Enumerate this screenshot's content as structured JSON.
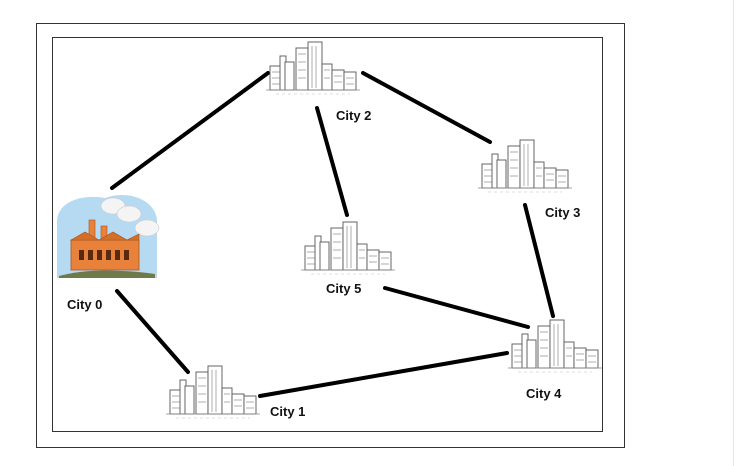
{
  "diagram": {
    "nodes": [
      {
        "id": "0",
        "label": "City 0",
        "kind": "factory"
      },
      {
        "id": "1",
        "label": "City 1",
        "kind": "city"
      },
      {
        "id": "2",
        "label": "City 2",
        "kind": "city"
      },
      {
        "id": "3",
        "label": "City 3",
        "kind": "city"
      },
      {
        "id": "4",
        "label": "City 4",
        "kind": "city"
      },
      {
        "id": "5",
        "label": "City 5",
        "kind": "city"
      }
    ],
    "edges": [
      [
        "0",
        "2"
      ],
      [
        "0",
        "1"
      ],
      [
        "2",
        "3"
      ],
      [
        "2",
        "5"
      ],
      [
        "3",
        "4"
      ],
      [
        "5",
        "4"
      ],
      [
        "1",
        "4"
      ]
    ]
  },
  "colors": {
    "edge": "#000000",
    "factory_brick": "#e8823a",
    "factory_sky": "#a9d3f0",
    "smoke": "#f4f4f4",
    "ground": "#6f7a4a",
    "skyline_line": "#555555"
  },
  "icons": {
    "factory": "factory-icon",
    "city": "city-skyline-icon"
  }
}
